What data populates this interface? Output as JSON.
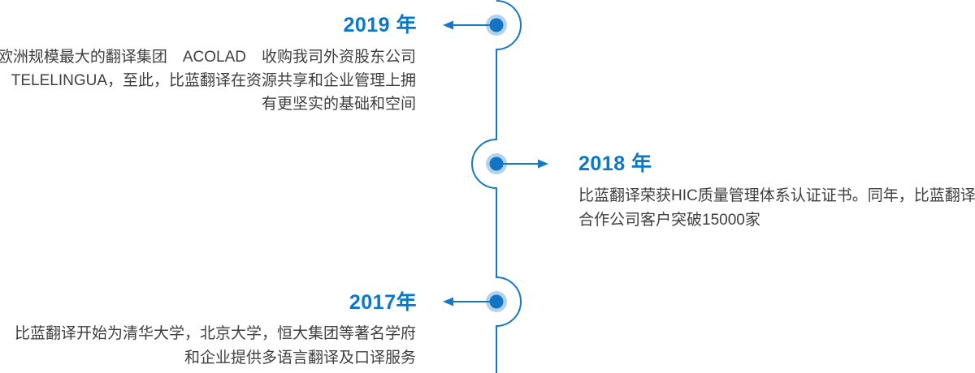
{
  "colors": {
    "accent_year_blue": "#0878cc",
    "timeline_line_blue": "#1878c8",
    "node_dot_blue": "#1373c4",
    "node_halo_blue": "#a6cbea",
    "body_text_gray": "#3f3f3f",
    "background": "#ffffff"
  },
  "timeline": {
    "events": [
      {
        "year_label": "2019 年",
        "side": "left",
        "lines": [
          "欧洲规模最大的翻译集团　ACOLAD　收购我司外资股东公司",
          "TELELINGUA，至此，比蓝翻译在资源共享和企业管理上拥",
          "有更坚实的基础和空间"
        ]
      },
      {
        "year_label": "2018 年",
        "side": "right",
        "lines": [
          "比蓝翻译荣获HIC质量管理体系认证证书。同年，比蓝翻译",
          "合作公司客户突破15000家"
        ]
      },
      {
        "year_label": "2017年",
        "side": "left",
        "lines": [
          "比蓝翻译开始为清华大学，北京大学，恒大集团等著名学府",
          "和企业提供多语言翻译及口译服务"
        ]
      }
    ]
  }
}
